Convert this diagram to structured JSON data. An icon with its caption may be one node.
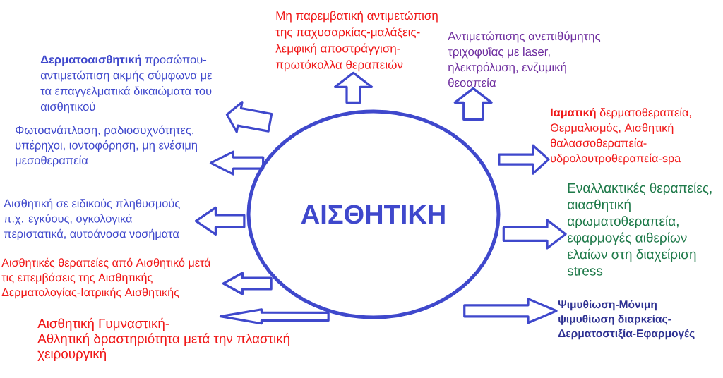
{
  "diagram": {
    "nodes": [
      {
        "text": [
          "ΑΙΣΘΗΤΙΚΗ"
        ]
      },
      {
        "text": [
          "Μη παρεμβατική αντιμετώπιση της παχυσαρκίας-μαλάξεις- λεμφική αποστράγγιση- πρωτόκολλα θεραπειών"
        ]
      },
      {
        "text": [
          "Αντιμετώπισης ανεπιθύμητης τριχοφυΐας με laser, ηλεκτρόλυση, ενζυμική θεοαπεία"
        ]
      },
      {
        "text": [
          "**Δερματοαισθητική** προσώπου- αντιμετώπιση ακμής σύμφωνα με τα επαγγελματικά δικαιώματα του αισθητικού"
        ]
      },
      {
        "text": [
          "Φωτοανάπλαση, ραδιοσυχνότητες, υπέρηχοι, ιοντοφόρηση, μη ενέσιμη μεσοθεραπεία"
        ]
      },
      {
        "text": [
          "**Ιαματική** δερματοθεραπεία, Θερμαλισμός, Αισθητική θαλασσοθεραπεία- υδρολουτροθεραπεία-spa"
        ]
      },
      {
        "text": [
          "Αισθητική σε ειδικούς πληθυσμούς π.χ. εγκύους, ογκολογικά περιστατικά, αυτοάνοσα νοσήματα"
        ]
      },
      {
        "text": [
          "Εναλλακτικές θεραπείες, αιασθητική αρωματοθεραπεία, εφαρμογές αιθερίων ελαίων στη διαχείριση stress"
        ]
      },
      {
        "text": [
          "Αισθητικές θεραπείες από Αισθητικό μετά τις επεμβάσεις της Αισθητικής Δερματολογίας-Ιατρικής Αισθητικής"
        ]
      },
      {
        "text": [
          "Ψιμυθίωση-Μόνιμη ψιμυθίωση διαρκείας- Δερματοστιξία-Εφαρμογές"
        ]
      },
      {
        "text": [
          "Αισθητική Γυμναστική- Αθλητική δραστηριότητα μετά την πλαστική χειρουργική"
        ]
      }
    ],
    "edges": [
      {
        "from": 0,
        "to": 1,
        "arrow": "to"
      },
      {
        "from": 0,
        "to": 2,
        "arrow": "to"
      },
      {
        "from": 0,
        "to": 3,
        "arrow": "to"
      },
      {
        "from": 0,
        "to": 4,
        "arrow": "to"
      },
      {
        "from": 0,
        "to": 5,
        "arrow": "to"
      },
      {
        "from": 0,
        "to": 6,
        "arrow": "to"
      },
      {
        "from": 0,
        "to": 7,
        "arrow": "to"
      },
      {
        "from": 0,
        "to": 8,
        "arrow": "to"
      },
      {
        "from": 0,
        "to": 9,
        "arrow": "to"
      },
      {
        "from": 0,
        "to": 10,
        "arrow": "to"
      }
    ]
  }
}
